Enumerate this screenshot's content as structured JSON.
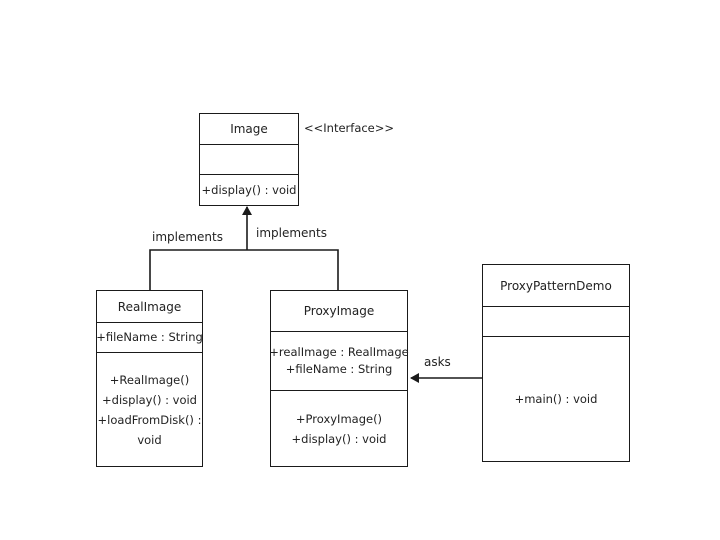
{
  "classes": {
    "image": {
      "name": "Image",
      "stereotype": "<<Interface>>",
      "attributes": [],
      "methods": [
        "+display() : void"
      ]
    },
    "real_image": {
      "name": "RealImage",
      "attributes": [
        "+fileName : String"
      ],
      "methods": [
        "+RealImage()",
        "+display() : void",
        "+loadFromDisk() :",
        "void"
      ]
    },
    "proxy_image": {
      "name": "ProxyImage",
      "attributes": [
        "+realImage : RealImage",
        "+fileName : String"
      ],
      "methods": [
        "+ProxyImage()",
        "+display() : void"
      ]
    },
    "proxy_pattern_demo": {
      "name": "ProxyPatternDemo",
      "attributes": [],
      "methods": [
        "+main() : void"
      ]
    }
  },
  "relations": {
    "real_implements": "implements",
    "proxy_implements": "implements",
    "asks": "asks"
  }
}
